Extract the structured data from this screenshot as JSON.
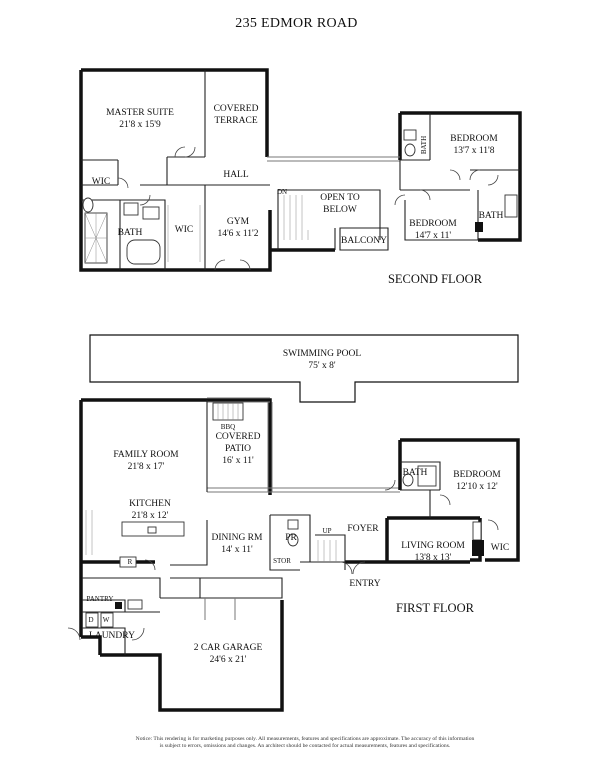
{
  "title": "235 EDMOR ROAD",
  "floors": {
    "second": {
      "label": "SECOND FLOOR",
      "rooms": {
        "master_suite": {
          "name": "MASTER SUITE",
          "dims": "21'8 x 15'9"
        },
        "covered_terrace_1": "COVERED",
        "covered_terrace_2": "TERRACE",
        "bath_right_upper": "BATH",
        "bedroom_upper": {
          "name": "BEDROOM",
          "dims": "13'7 x 11'8"
        },
        "wic_left": "WIC",
        "hall": "HALL",
        "dn": "DN",
        "open_below_1": "OPEN TO",
        "open_below_2": "BELOW",
        "bath_master": "BATH",
        "wic_master": "WIC",
        "gym": {
          "name": "GYM",
          "dims": "14'6 x 11'2"
        },
        "balcony": "BALCONY",
        "bedroom_lower": {
          "name": "BEDROOM",
          "dims": "14'7 x 11'"
        },
        "bath_right_lower": "BATH"
      }
    },
    "first": {
      "label": "FIRST FLOOR",
      "pool": {
        "name": "SWIMMING POOL",
        "dims": "75' x 8'"
      },
      "rooms": {
        "bbq": "BBQ",
        "family_room": {
          "name": "FAMILY ROOM",
          "dims": "21'8 x 17'"
        },
        "covered_patio": {
          "name_1": "COVERED",
          "name_2": "PATIO",
          "dims": "16' x 11'"
        },
        "kitchen": {
          "name": "KITCHEN",
          "dims": "21'8 x 12'"
        },
        "bath": "BATH",
        "bedroom": {
          "name": "BEDROOM",
          "dims": "12'10 x 12'"
        },
        "dining": {
          "name": "DINING RM",
          "dims": "14' x 11'"
        },
        "pr": "PR",
        "up": "UP",
        "foyer": "FOYER",
        "living": {
          "name": "LIVING ROOM",
          "dims": "13'8 x 13'"
        },
        "wic": "WIC",
        "r": "R",
        "stor": "STOR",
        "entry": "ENTRY",
        "pantry": "PANTRY",
        "d": "D",
        "w": "W",
        "laundry": "LAUNDRY",
        "garage": {
          "name": "2 CAR GARAGE",
          "dims": "24'6 x 21'"
        }
      }
    }
  },
  "notice_line_1": "Notice: This rendering is for marketing purposes only. All measurements, features and specifications are approximate. The accuracy of this information",
  "notice_line_2": "is subject to errors, omissions and changes. An architect should be contacted for actual measurements, features and specifications."
}
